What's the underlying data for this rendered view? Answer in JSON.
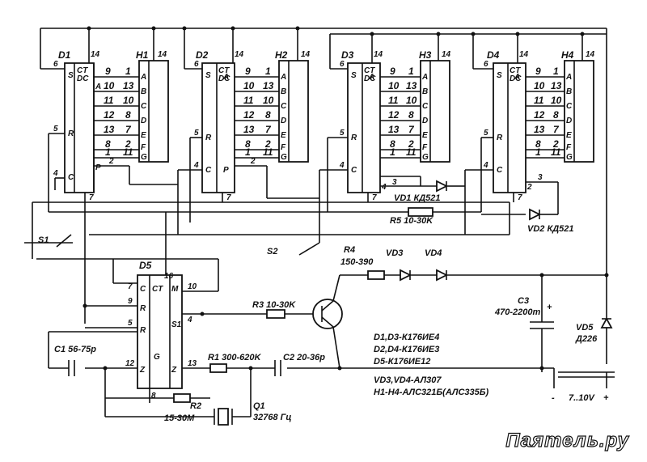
{
  "chips": {
    "d1": "D1",
    "d2": "D2",
    "d3": "D3",
    "d4": "D4",
    "d5": "D5",
    "h1": "H1",
    "h2": "H2",
    "h3": "H3",
    "h4": "H4"
  },
  "counter_header": "CT DC",
  "counter_ct": "CT",
  "counter_dc": "DC",
  "counter_left_pins": [
    "S",
    "R",
    "C"
  ],
  "counter_right_pins": [
    "A",
    "B",
    "C",
    "D",
    "E",
    "F",
    "G",
    "P"
  ],
  "indicator_pins": [
    "A",
    "B",
    "C",
    "D",
    "E",
    "F",
    "G"
  ],
  "wire_numbers": [
    [
      "9",
      "1"
    ],
    [
      "10",
      "13"
    ],
    [
      "11",
      "10"
    ],
    [
      "12",
      "8"
    ],
    [
      "13",
      "7"
    ],
    [
      "8",
      "2"
    ],
    [
      "1",
      "11"
    ]
  ],
  "pin_numbers": {
    "p14": "14",
    "p6": "6",
    "p5": "5",
    "p4": "4",
    "p7": "7",
    "p2": "2",
    "p3": "3",
    "p16": "16",
    "p10": "10",
    "p9": "9",
    "p8": "8",
    "p12": "12",
    "p13": "13"
  },
  "d5_pins": {
    "ct": "CT",
    "m": "M",
    "r": "R",
    "s1": "S1",
    "g": "G",
    "z": "Z"
  },
  "components": {
    "s1": "S1",
    "s2": "S2",
    "r4": "R4",
    "r4_value": "150-390",
    "vd3": "VD3",
    "vd4": "VD4",
    "r3": "R3 10-30K",
    "c3": "C3",
    "c3_value": "470-2200m",
    "vd5": "VD5",
    "vd5_type": "Д226",
    "vd1": "VD1 КД521",
    "vd2": "VD2 КД521",
    "r5": "R5 10-30K",
    "c1": "C1 56-75p",
    "r1": "R1 300-620K",
    "c2": "C2 20-36p",
    "r2": "R2",
    "r2_value": "15-30M",
    "q1": "Q1",
    "q1_value": "32768 Гц",
    "plus": "+",
    "minus": "-"
  },
  "notes": [
    "D1,D3-К176ИЕ4",
    "D2,D4-К176ИЕ3",
    "D5-К176ИЕ12",
    "VD3,VD4-АЛ307",
    "H1-H4-АЛС321Б(АЛС335Б)"
  ],
  "supply": "7..10V",
  "watermark": "Паятель.ру"
}
